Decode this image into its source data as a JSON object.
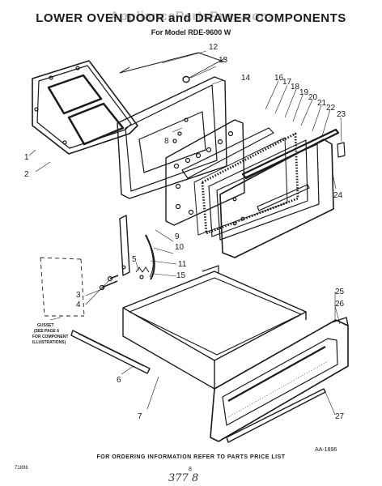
{
  "header": {
    "title": "LOWER OVEN DOOR and DRAWER COMPONENTS",
    "subtitle": "For Model RDE-9600 W",
    "watermark": "AppliancePartsPros.com"
  },
  "callouts": {
    "c1": "1",
    "c2": "2",
    "c3": "3",
    "c4": "4",
    "c5": "5",
    "c6": "6",
    "c7": "7",
    "c8": "8",
    "c9": "9",
    "c10": "10",
    "c11": "11",
    "c12": "12",
    "c13": "13",
    "c14": "14",
    "c15": "15",
    "c16": "16",
    "c17": "17",
    "c18": "18",
    "c19": "19",
    "c20": "20",
    "c21": "21",
    "c22": "22",
    "c23": "23",
    "c24": "24",
    "c25": "25",
    "c26": "26",
    "c27": "27"
  },
  "gusset_note": {
    "line1": "GUSSET",
    "line2": "(SEE PAGE 6",
    "line3": "FOR COMPONENT",
    "line4": "ILLUSTRATIONS)"
  },
  "footer": {
    "ordering_note": "FOR ORDERING INFORMATION REFER TO PARTS PRICE LIST",
    "drawing_code": "AA-1896",
    "corner_code": "71896",
    "page_number": "8",
    "handwritten": "377 8"
  }
}
